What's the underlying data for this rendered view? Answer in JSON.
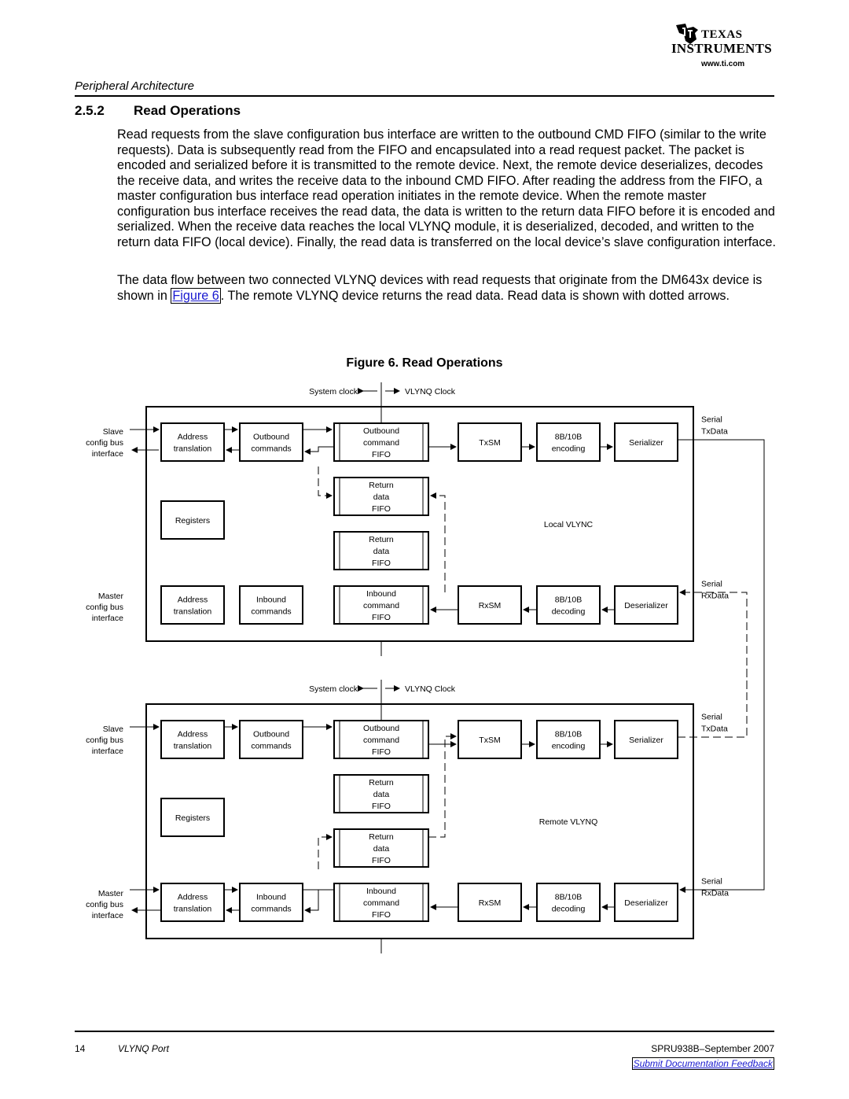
{
  "header": {
    "brand_line1": "Texas",
    "brand_line2": "Instruments",
    "url": "www.ti.com",
    "section_label": "Peripheral Architecture"
  },
  "section": {
    "number": "2.5.2",
    "title": "Read Operations"
  },
  "paragraphs": {
    "p1": "Read requests from the slave configuration bus interface are written to the outbound CMD FIFO (similar to the write requests). Data is subsequently read from the FIFO and encapsulated into a read request packet. The packet is encoded and serialized before it is transmitted to the remote device. Next, the remote device deserializes, decodes the receive data, and writes the receive data to the inbound CMD FIFO. After reading the address from the FIFO, a master configuration bus interface read operation initiates in the remote device. When the remote master configuration bus interface receives the read data, the data is written to the return data FIFO before it is encoded and serialized. When the receive data reaches the local VLYNQ module, it is deserialized, decoded, and written to the return data FIFO (local device). Finally, the read data is transferred on the local device’s slave configuration interface.",
    "p2_before": "The data flow between two connected VLYNQ devices with read requests that originate from the DM643x device is shown in ",
    "p2_link": "Figure 6",
    "p2_after": ". The remote VLYNQ device returns the read data. Read data is shown with dotted arrows."
  },
  "figure": {
    "caption": "Figure 6. Read Operations",
    "system_clock": "System clock",
    "vlynq_clock": "VLYNQ Clock",
    "local_label": "Local VLYNC",
    "remote_label": "Remote VLYNQ",
    "slave": [
      "Slave",
      "config bus",
      "interface"
    ],
    "master": [
      "Master",
      "config bus",
      "interface"
    ],
    "serial_tx": [
      "Serial",
      "TxData"
    ],
    "serial_rx": [
      "Serial",
      "RxData"
    ],
    "blocks": {
      "address_translation": [
        "Address",
        "translation"
      ],
      "outbound_commands": [
        "Outbound",
        "commands"
      ],
      "inbound_commands": [
        "Inbound",
        "commands"
      ],
      "registers": [
        "Registers"
      ],
      "outbound_fifo": [
        "Outbound",
        "command",
        "FIFO"
      ],
      "return_fifo": [
        "Return",
        "data",
        "FIFO"
      ],
      "inbound_fifo": [
        "Inbound",
        "command",
        "FIFO"
      ],
      "txsm": [
        "TxSM"
      ],
      "rxsm": [
        "RxSM"
      ],
      "enc": [
        "8B/10B",
        "encoding"
      ],
      "dec": [
        "8B/10B",
        "decoding"
      ],
      "serializer": [
        "Serializer"
      ],
      "deserializer": [
        "Deserializer"
      ]
    }
  },
  "footer": {
    "page": "14",
    "doc": "VLYNQ Port",
    "id": "SPRU938B–September 2007",
    "feedback": "Submit Documentation Feedback"
  }
}
